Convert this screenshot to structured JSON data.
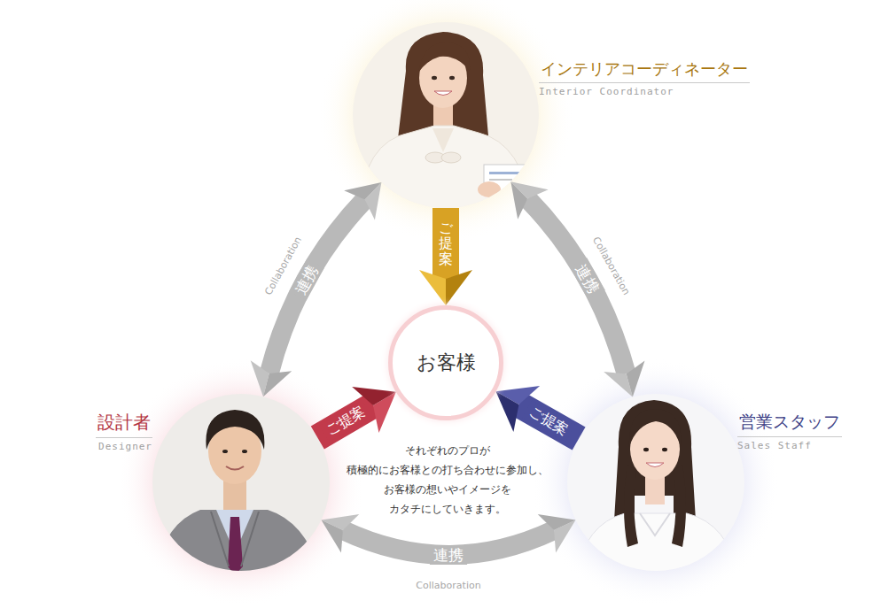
{
  "diagram": {
    "nodes": [
      {
        "text": [
          "インテリアコーディネーター",
          "Interior Coordinator"
        ]
      },
      {
        "text": [
          "お客様"
        ]
      },
      {
        "text": [
          "設計者",
          "Designer"
        ]
      },
      {
        "text": [
          "営業スタッフ",
          "Sales Staff"
        ]
      }
    ],
    "edges": [
      {
        "from": 0,
        "to": 1,
        "label": "ご提案",
        "arrow": "to"
      },
      {
        "from": 0,
        "to": 2,
        "label": "連携",
        "arrow": "both"
      },
      {
        "from": 0,
        "to": 3,
        "label": "連携",
        "arrow": "both"
      },
      {
        "from": 2,
        "to": 1,
        "label": "ご提案",
        "arrow": "to"
      },
      {
        "from": 3,
        "to": 1,
        "label": "ご提案",
        "arrow": "to"
      },
      {
        "from": 2,
        "to": 3,
        "label": "連携",
        "arrow": "both"
      }
    ],
    "labels": [
      "Collaboration",
      "Collaboration",
      "それぞれのプロが 積極的にお客様との打ち合わせに参加し、 お客様の想いやイメージを カタチにしていきます。",
      "Collaboration"
    ]
  }
}
